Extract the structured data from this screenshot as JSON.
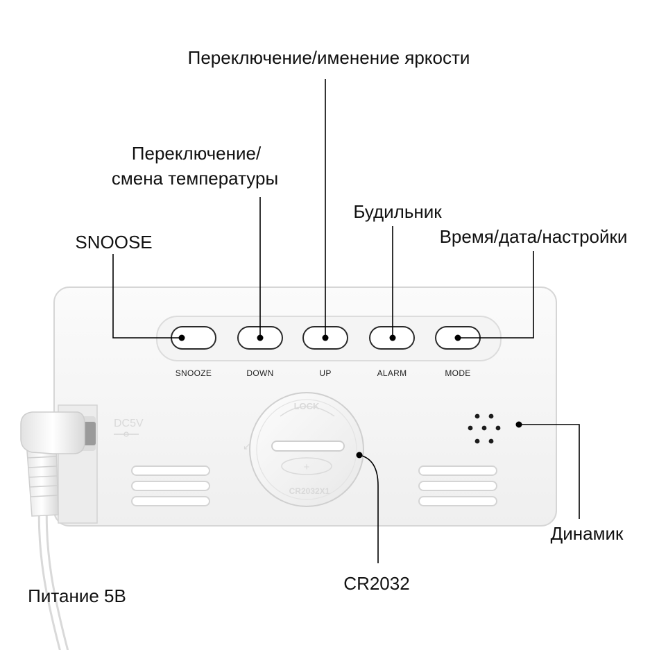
{
  "device": {
    "buttons": [
      {
        "id": "snooze",
        "label": "SNOOZE"
      },
      {
        "id": "down",
        "label": "DOWN"
      },
      {
        "id": "up",
        "label": "UP"
      },
      {
        "id": "alarm",
        "label": "ALARM"
      },
      {
        "id": "mode",
        "label": "MODE"
      }
    ],
    "jack_marking": "DC5V",
    "battery_cover": {
      "top_text": "LOCK",
      "bottom_text": "CR2032X1",
      "plus_sign": "+"
    }
  },
  "callouts": {
    "brightness": "Переключение/именение яркости",
    "temperature_line1": "Переключение/",
    "temperature_line2": "смена температуры",
    "alarm": "Будильник",
    "snooze": "SNOOSE",
    "mode": "Время/дата/настройки",
    "speaker": "Динамик",
    "battery": "CR2032",
    "power": "Питание 5В"
  },
  "colors": {
    "leader_line": "#000000",
    "device_body": "#f7f7f7",
    "outline": "#cfcfcf"
  }
}
